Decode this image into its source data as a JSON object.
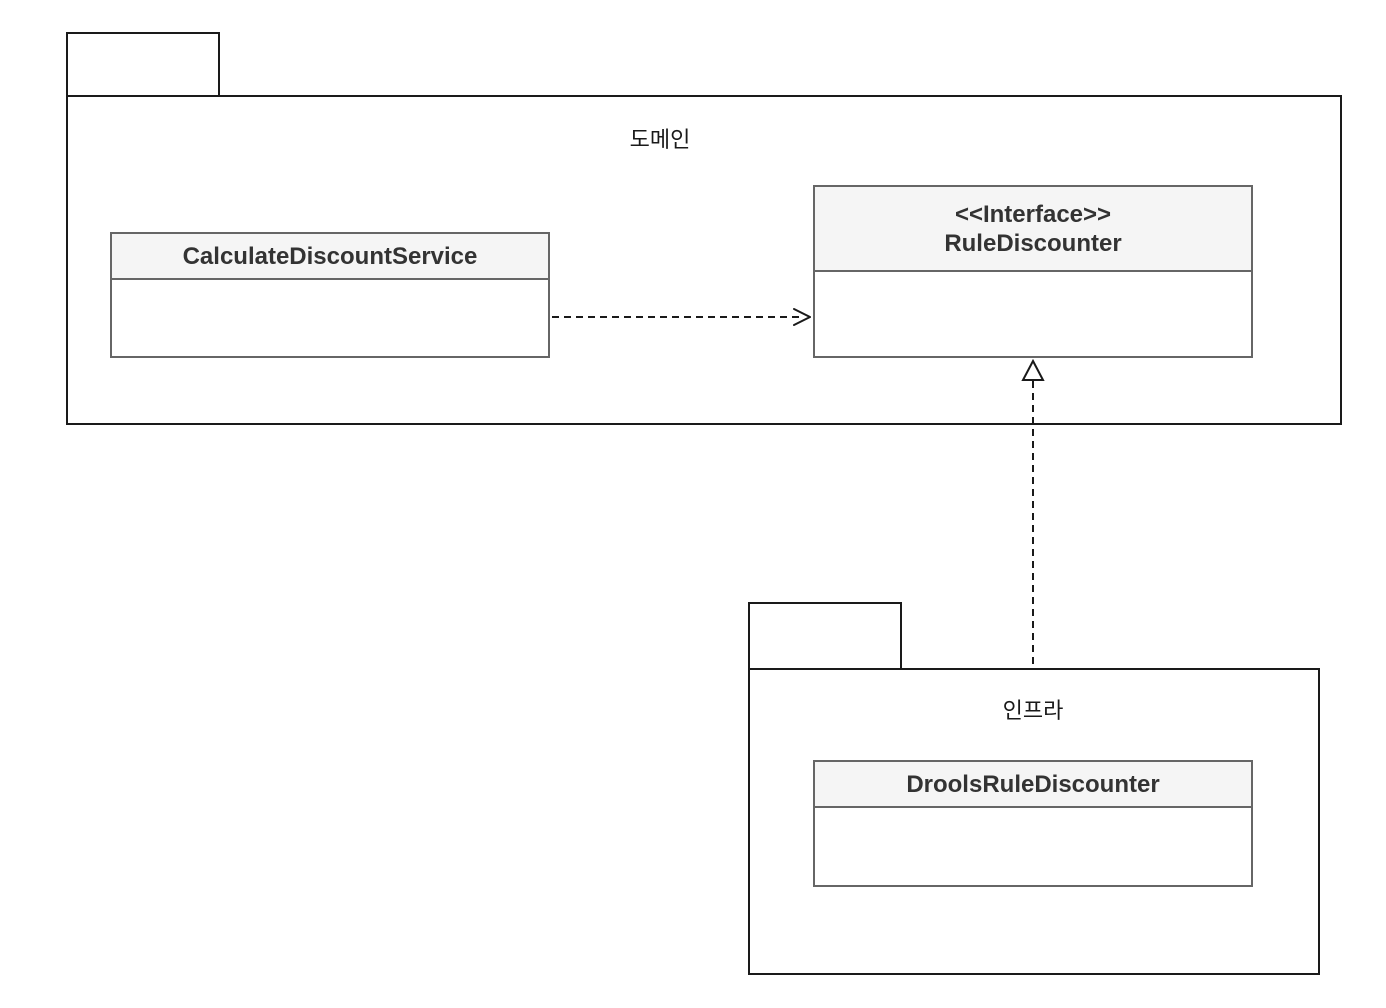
{
  "packages": {
    "domain": {
      "label": "도메인"
    },
    "infra": {
      "label": "인프라"
    }
  },
  "classes": {
    "calculate_discount_service": {
      "name": "CalculateDiscountService"
    },
    "rule_discounter": {
      "stereotype": "<<Interface>>",
      "name": "RuleDiscounter"
    },
    "drools_rule_discounter": {
      "name": "DroolsRuleDiscounter"
    }
  },
  "relationships": [
    {
      "type": "dependency",
      "from": "CalculateDiscountService",
      "to": "RuleDiscounter",
      "line": "dashed",
      "head": "open-arrow"
    },
    {
      "type": "realization",
      "from": "DroolsRuleDiscounter",
      "to": "RuleDiscounter",
      "line": "dashed",
      "head": "hollow-triangle"
    }
  ],
  "colors": {
    "background": "#ffffff",
    "class_header_fill": "#f5f5f5",
    "class_border": "#666666",
    "package_border": "#1a1a1a",
    "line": "#1a1a1a",
    "text": "#333333"
  }
}
